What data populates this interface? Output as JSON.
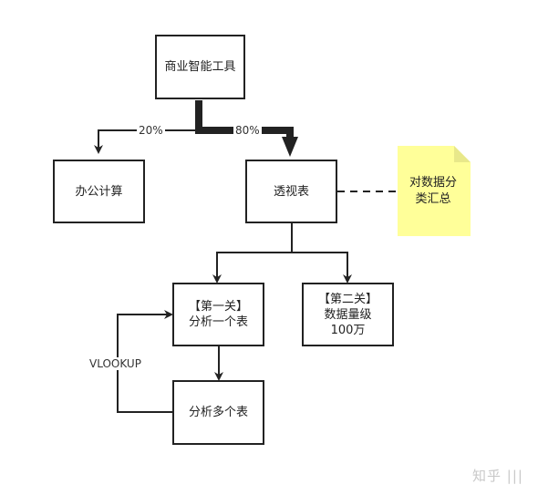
{
  "nodes": {
    "bi_tools": "商业智能工具",
    "office_calc": "办公计算",
    "pivot_table": "透视表",
    "level1_title": "【第一关】",
    "level1_sub": "分析一个表",
    "level2_title": "【第二关】",
    "level2_sub1": "数据量级",
    "level2_sub2": "100万",
    "multi_table": "分析多个表"
  },
  "edges": {
    "pct_office": "20%",
    "pct_pivot": "80%",
    "vlookup": "VLOOKUP"
  },
  "note": {
    "line1": "对数据分",
    "line2": "类汇总"
  },
  "watermark": "知乎 |||",
  "colors": {
    "stroke": "#222222",
    "note_fill": "#ffff99",
    "note_fold": "#e8e88a"
  }
}
